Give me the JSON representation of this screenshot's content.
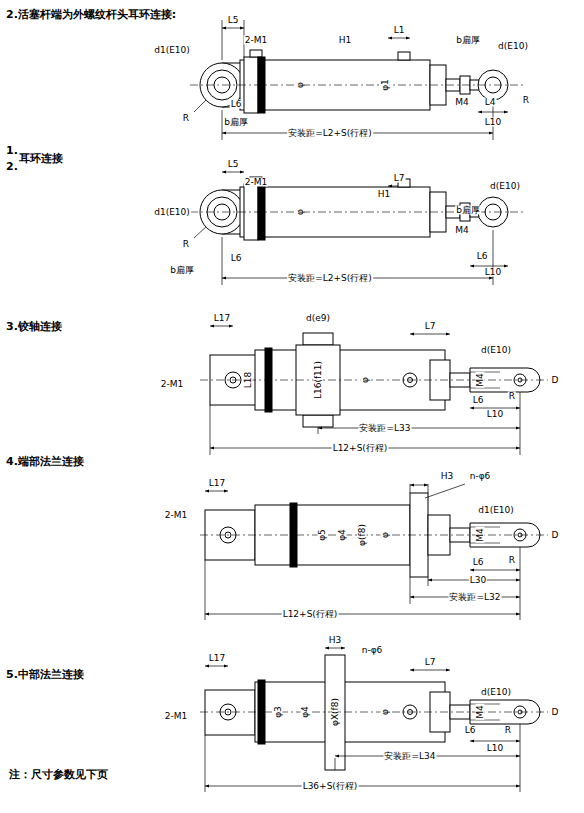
{
  "diagram": {
    "labels": [
      "2.活塞杆端为外螺纹杆头耳环连接:",
      "L5",
      "2-M1",
      "d1(E10)",
      "H1",
      "L1",
      "b扁厚",
      "d(E10)",
      "φ",
      "φ1",
      "R",
      "L6",
      "M4",
      "L4",
      "L10",
      "R",
      "b扁厚",
      "安装距=L2+S(行程)",
      "1.",
      "2.",
      "耳环连接",
      "L5",
      "2-M1",
      "H1",
      "L7",
      "b扁厚",
      "d(E10)",
      "d1(E10)",
      "φ",
      "M4",
      "R",
      "b扁厚",
      "L6",
      "L6",
      "L10",
      "安装距=L2+S(行程)",
      "3.铰轴连接",
      "L17",
      "d(e9)",
      "L7",
      "2-M1",
      "L18",
      "L16(f11)",
      "φ",
      "d(E10)",
      "M4",
      "D",
      "L6",
      "R",
      "L10",
      "安装距=L33",
      "L12+S(行程)",
      "4.端部法兰连接",
      "L17",
      "2-M1",
      "H3",
      "n-φ6",
      "d1(E10)",
      "φ5",
      "φ4",
      "φ(f8)",
      "φ",
      "M4",
      "D",
      "L6",
      "R",
      "L30",
      "安装距=L32",
      "L12+S(行程)",
      "5.中部法兰连接",
      "L17",
      "H3",
      "n-φ6",
      "L7",
      "d(E10)",
      "2-M1",
      "φ3",
      "φ4",
      "φX(f8)",
      "φ",
      "M4",
      "D",
      "L6",
      "R",
      "L10",
      "安装距=L34",
      "L36+S(行程)",
      "注：尺寸参数见下页"
    ]
  }
}
